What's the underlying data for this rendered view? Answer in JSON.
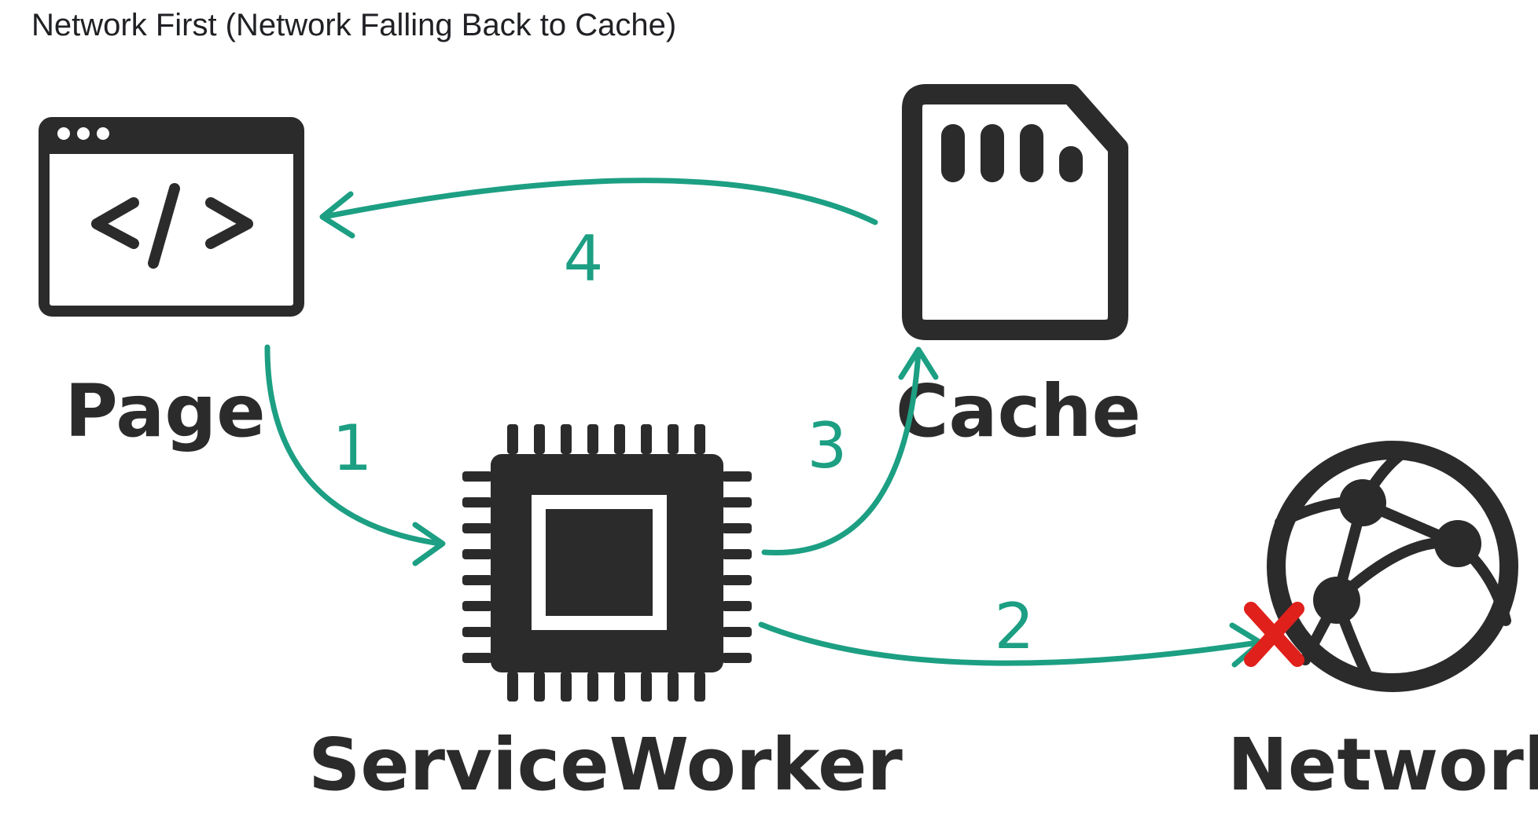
{
  "title": "Network First (Network Falling Back to Cache)",
  "nodes": {
    "page": {
      "label": "Page",
      "icon": "browser-window-code-icon"
    },
    "service_worker": {
      "label": "ServiceWorker",
      "icon": "chip-icon"
    },
    "cache": {
      "label": "Cache",
      "icon": "sd-card-icon"
    },
    "network": {
      "label": "Network",
      "icon": "globe-network-icon"
    }
  },
  "steps": [
    {
      "label": "1",
      "from": "page",
      "to": "service_worker"
    },
    {
      "label": "2",
      "from": "service_worker",
      "to": "network",
      "failed": true
    },
    {
      "label": "3",
      "from": "service_worker",
      "to": "cache"
    },
    {
      "label": "4",
      "from": "cache",
      "to": "page"
    }
  ],
  "colors": {
    "arrow": "#1c9f83",
    "icon": "#2b2b2b",
    "failure_mark": "#e0201b"
  }
}
